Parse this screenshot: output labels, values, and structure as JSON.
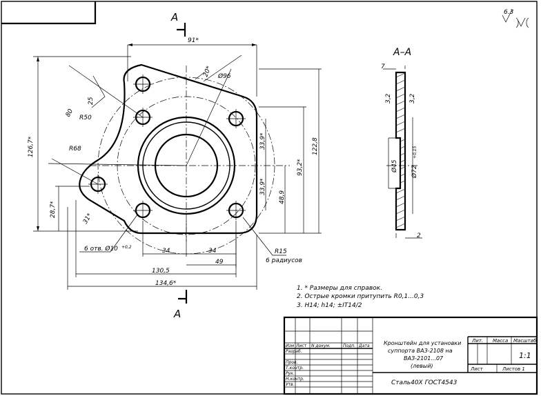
{
  "section": {
    "marker_left": "A",
    "title": "А–А"
  },
  "roughness": "6.3",
  "dimensions": {
    "width_91": "91*",
    "angle_20": "20*",
    "dia_96": "Ø96",
    "r50": "R50",
    "dim_25": "25",
    "dim_80": "80",
    "r68": "R68",
    "h_126_7": "126,7*",
    "d_33_9_top": "33,9*",
    "d_33_9_bot": "33,9*",
    "d_93_2": "93,2*",
    "d_122_8": "122,8",
    "d_48_9": "48,9",
    "d_28_7": "28,7*",
    "angle_31": "31*",
    "holes": "6  отв.  Ø10",
    "holes_tol": "+0,2",
    "d_34_left": "34",
    "d_34_right": "34",
    "d_49": "49",
    "d_130_5": "130,5",
    "d_134_6": "134,6*",
    "r15": "R15",
    "radii_6": "6 радиусов",
    "sec_7": "7",
    "sec_3_2a": "3,2",
    "sec_3_2b": "3,2",
    "sec_45": "Ø45",
    "sec_72": "Ø72",
    "sec_72_tol": "+0,15",
    "sec_2": "2"
  },
  "notes": [
    "1. * Размеры для справок.",
    "2. Острые кромки притупить R0,1...0,3",
    "3. H14;  h14;  ±IT14/2"
  ],
  "title_block": {
    "name_line1": "Кронштейн для установки",
    "name_line2": "суппорта ВАЗ-2108 на",
    "name_line3": "ВАЗ-2101...07",
    "name_line4": "(левый)",
    "material": "Сталь40Х  ГОСТ4543",
    "lit": "Лит.",
    "mass": "Масса",
    "scale": "Масштаб",
    "scale_value": "1:1",
    "sheet": "Лист",
    "sheets": "Листов  1",
    "row_izm": "Изм",
    "row_list": "Лист",
    "row_doc": "N  докум.",
    "row_sign": "Подп.",
    "row_date": "Дата",
    "row_razrab": "Разраб.",
    "row_prov": "Пров.",
    "row_tkontr": "Т.контр.",
    "row_ruk": "Рук.",
    "row_nkontr": "Н.контр.",
    "row_utv": "Утв."
  }
}
